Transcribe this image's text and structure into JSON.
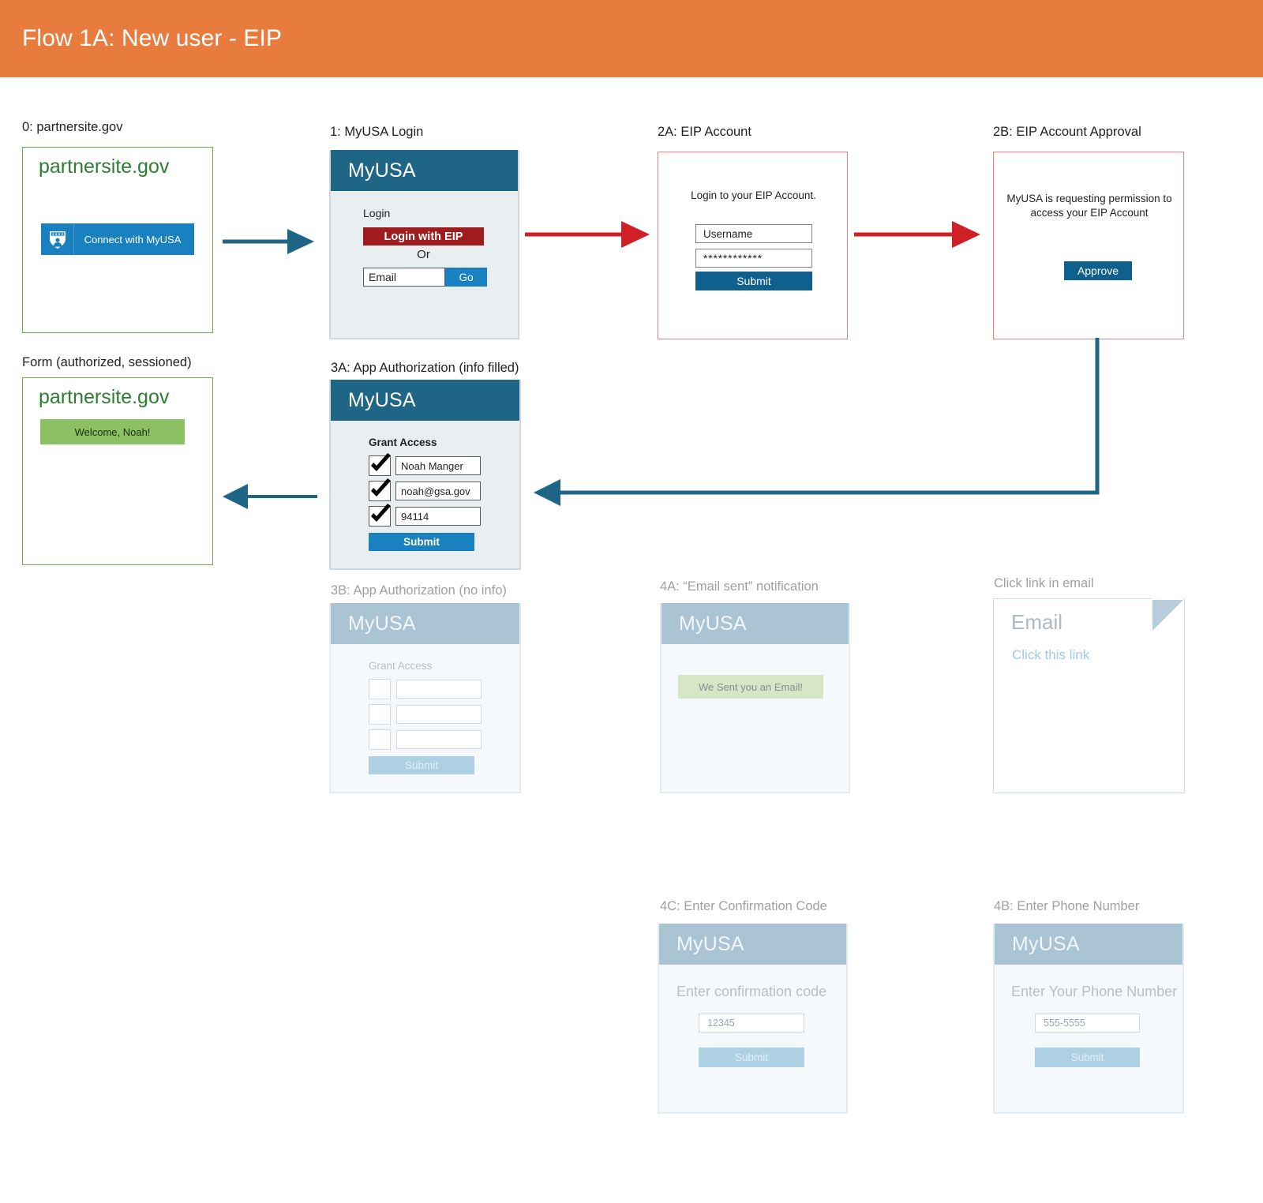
{
  "banner": {
    "title": "Flow 1A: New user - EIP",
    "color": "#e87b3e"
  },
  "colors": {
    "myusa_header": "#1f6585",
    "blue_button": "#1981c0",
    "dark_button": "#10608d",
    "eip_red": "#9e1b1e",
    "arrow_blue": "#1f6585",
    "arrow_red": "#cf2027",
    "green_border": "#6fa94a",
    "red_border": "#f08080",
    "welcome_green": "#8cc163",
    "toast_green": "#d5e7c4"
  },
  "steps": {
    "partnersite": {
      "label": "0: partnersite.gov",
      "site_title": "partnersite.gov",
      "connect_button": "Connect with MyUSA",
      "shield_icon": "shield-icon"
    },
    "myusa_login": {
      "label": "1: MyUSA Login",
      "wordmark": "MyUSA",
      "login_heading": "Login",
      "eip_button": "Login with EIP",
      "or_text": "Or",
      "email_placeholder": "Email",
      "go_button": "Go"
    },
    "eip_account": {
      "label": "2A: EIP Account",
      "prompt": "Login to your EIP Account.",
      "username_value": "Username",
      "password_value": "************",
      "submit_button": "Submit"
    },
    "eip_approval": {
      "label": "2B: EIP Account Approval",
      "prompt_line1": "MyUSA is requesting permission to",
      "prompt_line2": "access your EIP Account",
      "approve_button": "Approve"
    },
    "form_sessioned": {
      "label": "Form (authorized, sessioned)",
      "site_title": "partnersite.gov",
      "welcome_text": "Welcome, Noah!"
    },
    "app_auth_filled": {
      "label": "3A: App Authorization (info filled)",
      "wordmark": "MyUSA",
      "grant_heading": "Grant Access",
      "fields": [
        {
          "checked": true,
          "value": "Noah Manger"
        },
        {
          "checked": true,
          "value": "noah@gsa.gov"
        },
        {
          "checked": true,
          "value": "94114"
        }
      ],
      "submit_button": "Submit"
    },
    "app_auth_empty": {
      "label": "3B: App Authorization (no info)",
      "wordmark": "MyUSA",
      "grant_heading": "Grant Access",
      "fields": [
        {
          "checked": false,
          "value": ""
        },
        {
          "checked": false,
          "value": ""
        },
        {
          "checked": false,
          "value": ""
        }
      ],
      "submit_button": "Submit"
    },
    "email_sent": {
      "label": "4A: “Email sent” notification",
      "wordmark": "MyUSA",
      "toast": "We Sent you an Email!"
    },
    "click_link": {
      "label": "Click link in email",
      "email_title": "Email",
      "link_text": "Click this link"
    },
    "confirmation_code": {
      "label": "4C: Enter Confirmation Code",
      "wordmark": "MyUSA",
      "prompt": "Enter confirmation code",
      "input_value": "12345",
      "submit_button": "Submit"
    },
    "phone_number": {
      "label": "4B: Enter Phone Number",
      "wordmark": "MyUSA",
      "prompt": "Enter Your Phone Number",
      "input_value": "555-5555",
      "submit_button": "Submit"
    }
  },
  "arrows": [
    {
      "name": "arrow-partnersite-to-login",
      "color": "#1f6585",
      "kind": "straight-right"
    },
    {
      "name": "arrow-login-to-eip-account",
      "color": "#cf2027",
      "kind": "straight-right"
    },
    {
      "name": "arrow-eip-account-to-approval",
      "color": "#cf2027",
      "kind": "straight-right"
    },
    {
      "name": "arrow-approval-to-app-auth",
      "color": "#1f6585",
      "kind": "elbow-down-left"
    },
    {
      "name": "arrow-app-auth-to-form",
      "color": "#1f6585",
      "kind": "straight-left"
    }
  ]
}
